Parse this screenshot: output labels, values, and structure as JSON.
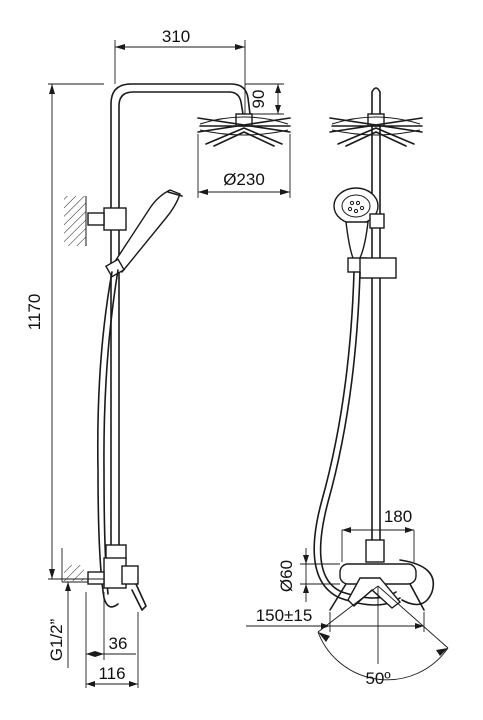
{
  "dimensions": {
    "arm_reach": "310",
    "head_drop": "90",
    "head_diameter": "Ø230",
    "total_height": "1170",
    "inlet_thread": "G1/2”",
    "mixer_offset": "36",
    "wall_offset": "116",
    "mixer_width": "180",
    "body_diameter": "Ø60",
    "inlet_spacing": "150±15",
    "handle_angle": "50º"
  }
}
